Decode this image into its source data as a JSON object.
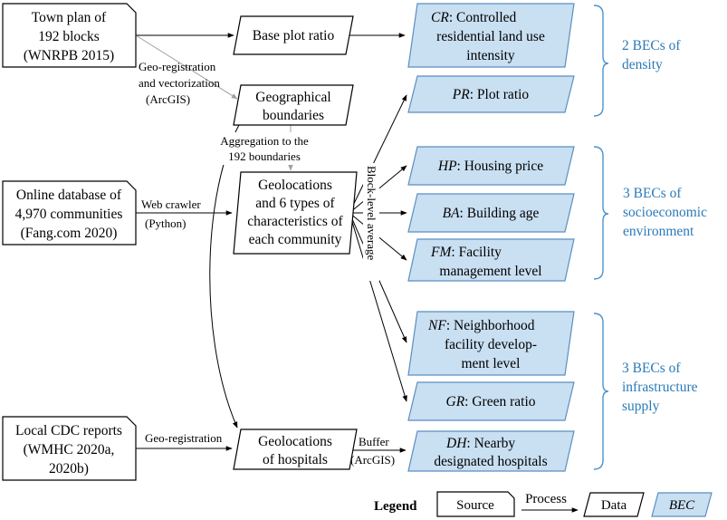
{
  "sources": [
    {
      "id": "town_plan",
      "lines": [
        "Town plan of",
        "192 blocks",
        "(WNRPB 2015)"
      ]
    },
    {
      "id": "online_db",
      "lines": [
        "Online database of",
        "4,970 communities",
        "(Fang.com 2020)"
      ]
    },
    {
      "id": "cdc",
      "lines": [
        "Local CDC reports",
        "(WMHC 2020a,",
        "2020b)"
      ]
    }
  ],
  "data_nodes": [
    {
      "id": "base_plot",
      "lines": [
        "Base plot ratio"
      ]
    },
    {
      "id": "geo_bound",
      "lines": [
        "Geographical",
        "boundaries"
      ]
    },
    {
      "id": "geoloc_comm",
      "lines": [
        "Geolocations",
        "and 6 types of",
        "characteristics of",
        "each community"
      ]
    },
    {
      "id": "geoloc_hosp",
      "lines": [
        "Geolocations",
        "of hospitals"
      ]
    }
  ],
  "becs": [
    {
      "id": "cr",
      "abbr": "CR",
      "lines": [
        ": Controlled",
        "residential land use",
        "intensity"
      ]
    },
    {
      "id": "pr",
      "abbr": "PR",
      "lines": [
        ": Plot ratio"
      ]
    },
    {
      "id": "hp",
      "abbr": "HP",
      "lines": [
        ": Housing price"
      ]
    },
    {
      "id": "ba",
      "abbr": "BA",
      "lines": [
        ": Building age"
      ]
    },
    {
      "id": "fm",
      "abbr": "FM",
      "lines": [
        ": Facility",
        "management level"
      ]
    },
    {
      "id": "nf",
      "abbr": "NF",
      "lines": [
        ": Neighborhood",
        "facility develop-",
        "ment level"
      ]
    },
    {
      "id": "gr",
      "abbr": "GR",
      "lines": [
        ": Green ratio"
      ]
    },
    {
      "id": "dh",
      "abbr": "DH",
      "lines": [
        ": Nearby",
        "designated hospitals"
      ]
    }
  ],
  "process_labels": [
    {
      "id": "georeg_vec",
      "lines": [
        "Geo-registration",
        "and vectorization",
        "(ArcGIS)"
      ]
    },
    {
      "id": "aggregation",
      "lines": [
        "Aggregation to the",
        "192 boundaries"
      ]
    },
    {
      "id": "web_crawler",
      "lines": [
        "Web crawler",
        "(Python)"
      ]
    },
    {
      "id": "block_avg",
      "lines": [
        "Block-level average"
      ]
    },
    {
      "id": "georeg",
      "lines": [
        "Geo-registration"
      ]
    },
    {
      "id": "buffer",
      "lines": [
        "Buffer",
        "(ArcGIS)"
      ]
    }
  ],
  "groups": [
    {
      "id": "density",
      "lines": [
        "2 BECs of",
        "density"
      ]
    },
    {
      "id": "socio",
      "lines": [
        "3 BECs of",
        "socioeconomic",
        "environment"
      ]
    },
    {
      "id": "infra",
      "lines": [
        "3 BECs of",
        "infrastructure",
        "supply"
      ]
    }
  ],
  "legend": {
    "title": "Legend",
    "source": "Source",
    "process": "Process",
    "data": "Data",
    "bec": "BEC"
  }
}
